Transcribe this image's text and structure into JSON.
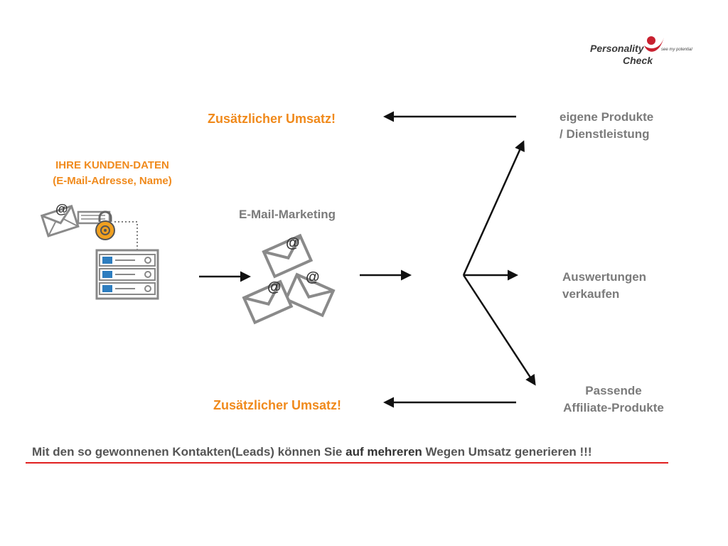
{
  "logo": {
    "line1": "Personality",
    "line2": "Check",
    "tagline": "see my potential",
    "colors": {
      "accent": "#c8202f",
      "dark": "#2e2e2e"
    }
  },
  "left": {
    "title_line1": "IHRE KUNDEN-DATEN",
    "title_line2": "(E-Mail-Adresse, Name)",
    "icon_email": "@"
  },
  "middle": {
    "label": "E-Mail-Marketing",
    "icon_email": "@"
  },
  "top_result": "Zusätzlicher Umsatz!",
  "bottom_result": "Zusätzlicher Umsatz!",
  "right": {
    "top_line1": "eigene Produkte",
    "top_line2": "/ Dienstleistung",
    "middle_line1": "Auswertungen",
    "middle_line2": "verkaufen",
    "bottom_line1": "Passende",
    "bottom_line2": "Affiliate-Produkte"
  },
  "footer": {
    "part1": "Mit den so gewonnenen Kontakten(Leads) können Sie ",
    "part2": "auf mehreren",
    "part3": " Wegen Umsatz generieren !!!"
  },
  "colors": {
    "orange": "#f08a1c",
    "gray_text": "#7b7b7b",
    "underline_red": "#e02020",
    "arrow": "#111111",
    "icon_gray": "#8a8a8a",
    "icon_orange": "#f0a020"
  }
}
